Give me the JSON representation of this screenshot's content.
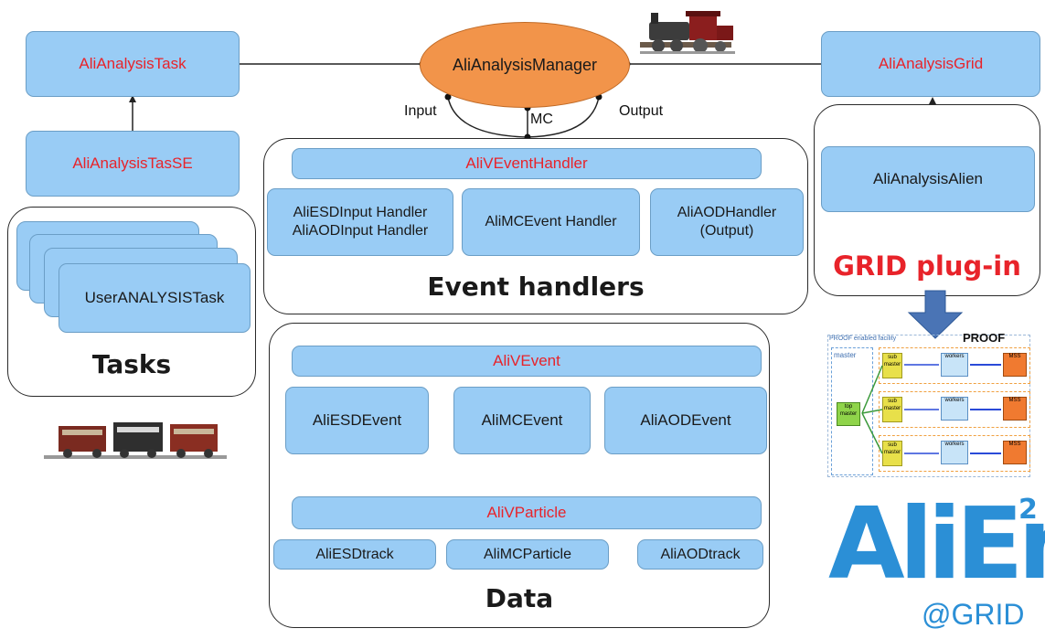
{
  "top": {
    "task": "AliAnalysisTask",
    "manager": "AliAnalysisManager",
    "grid": "AliAnalysisGrid",
    "input": "Input",
    "mc": "MC",
    "output": "Output"
  },
  "tasks": {
    "tasse": "AliAnalysisTasSE",
    "user_task": "UserANALYSISTask",
    "title": "Tasks"
  },
  "handlers": {
    "base": "AliVEventHandler",
    "input_esd": "AliESDInput Handler",
    "input_aod": "AliAODInput Handler",
    "mc": "AliMCEvent Handler",
    "aod": "AliAODHandler",
    "aod_note": "(Output)",
    "title": "Event handlers"
  },
  "data": {
    "event": "AliVEvent",
    "esd_event": "AliESDEvent",
    "mc_event": "AliMCEvent",
    "aod_event": "AliAODEvent",
    "particle": "AliVParticle",
    "esd_track": "AliESDtrack",
    "mc_particle": "AliMCParticle",
    "aod_track": "AliAODtrack",
    "title": "Data"
  },
  "grid": {
    "alien": "AliAnalysisAlien",
    "plugin": "GRID plug-in",
    "proof": "PROOF",
    "proof_facility": "PROOF enabled facility",
    "master": "master",
    "top_master": "top master",
    "sub_master": "sub master",
    "workers": "workers",
    "mss": "MSS",
    "logo_text": "AliEn",
    "logo_sup": "2",
    "logo_grid": "@GRID"
  },
  "colors": {
    "box_fill": "#99ccf5",
    "box_border": "#6b9ec6",
    "red_text": "#e8232a",
    "manager_fill": "#f2944a",
    "arrow_blue": "#4a74b5",
    "logo_blue": "#2b8fd6"
  }
}
